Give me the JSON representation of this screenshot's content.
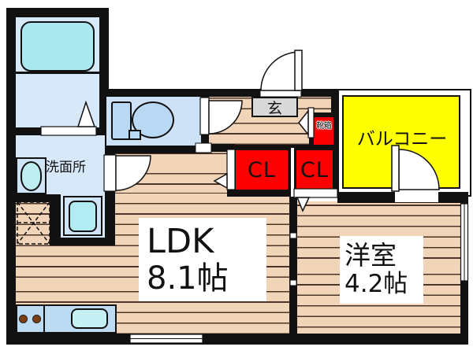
{
  "rooms": {
    "ldk": {
      "name": "LDK",
      "size": "8.1帖"
    },
    "western_room": {
      "name": "洋室",
      "size": "4.2帖"
    },
    "balcony": {
      "name": "バルコニー"
    },
    "entrance_hall": {
      "name": "玄"
    },
    "washroom": {
      "name": "洗面所"
    },
    "shoe_cabinet": {
      "name": "靴箱"
    },
    "closet_left": {
      "name": "CL"
    },
    "closet_right": {
      "name": "CL"
    }
  },
  "colors": {
    "wall": "#111111",
    "wood_floor": "#f2d5b8",
    "plank_line": "#4a3528",
    "closet_red": "#fe0000",
    "balcony_yellow": "#ffff00",
    "wet_room_blue": "#d7e8f8",
    "fixture_blue": "#b9d8f3",
    "bathtub_cyan": "#abe9f1",
    "entrance_gray": "#d8d8d8"
  }
}
